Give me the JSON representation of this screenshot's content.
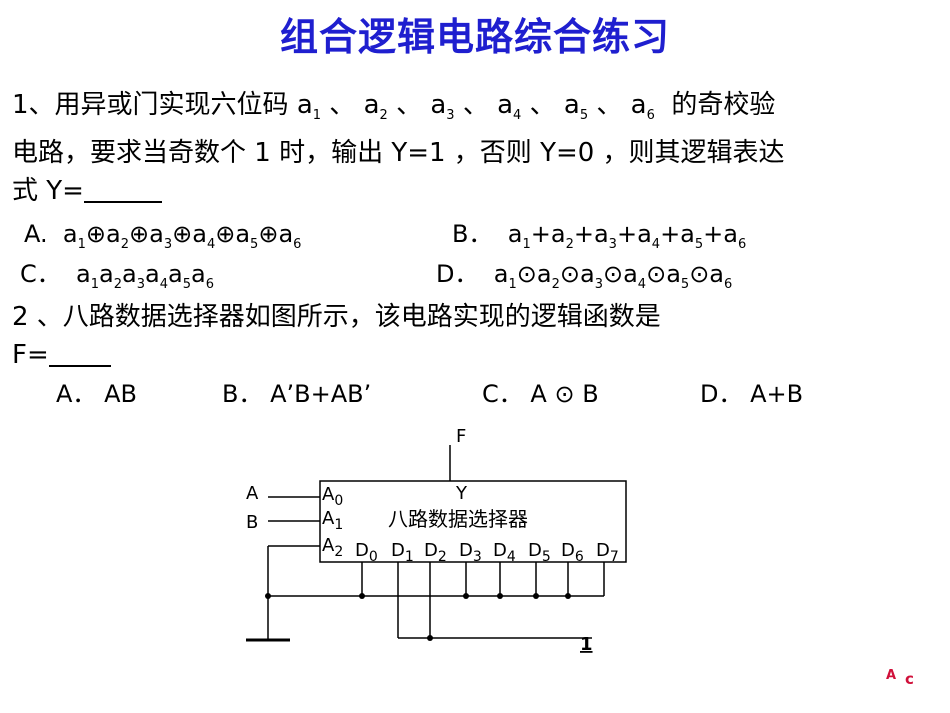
{
  "title": "组合逻辑电路综合练习",
  "q1": {
    "prefix": "1、用异或门实现六位码",
    "vars": [
      "a",
      "a",
      "a",
      "a",
      "a",
      "a"
    ],
    "subs": [
      "1",
      "2",
      "3",
      "4",
      "5",
      "6"
    ],
    "sep": "、",
    "suffix": "的奇校验",
    "line2": "电路，要求当奇数个 1 时，输出 Y=1 ，否则 Y=0 ，则其逻辑表达",
    "line3": "式 Y=",
    "optA_label": "A.",
    "optB_label": "B．",
    "optC_label": "C．",
    "optD_label": "D．",
    "op_xor": "⊕",
    "op_plus": "+",
    "op_xnor": "⊙"
  },
  "q2": {
    "line1": "2 、八路数据选择器如图所示，该电路实现的逻辑函数是",
    "line2": "F=",
    "options": [
      {
        "label": "A．",
        "text": "AB"
      },
      {
        "label": "B．",
        "text": "A’B+AB’"
      },
      {
        "label": "C．",
        "text": "A ⊙ B"
      },
      {
        "label": "D．",
        "text": "A+B"
      }
    ]
  },
  "circuit": {
    "output_label": "F",
    "y_label": "Y",
    "chip_name": "八路数据选择器",
    "input_A": "A",
    "input_B": "B",
    "addr": [
      "A",
      "A",
      "A"
    ],
    "addr_subs": [
      "0",
      "1",
      "2"
    ],
    "data": [
      "D",
      "D",
      "D",
      "D",
      "D",
      "D",
      "D",
      "D"
    ],
    "data_subs": [
      "0",
      "1",
      "2",
      "3",
      "4",
      "5",
      "6",
      "7"
    ],
    "one_label": "1"
  },
  "corner": {
    "left": "A",
    "right": "c",
    "left_color": "#d0103a",
    "right_color": "#d0103a"
  },
  "colors": {
    "title": "#1f1fcf"
  }
}
